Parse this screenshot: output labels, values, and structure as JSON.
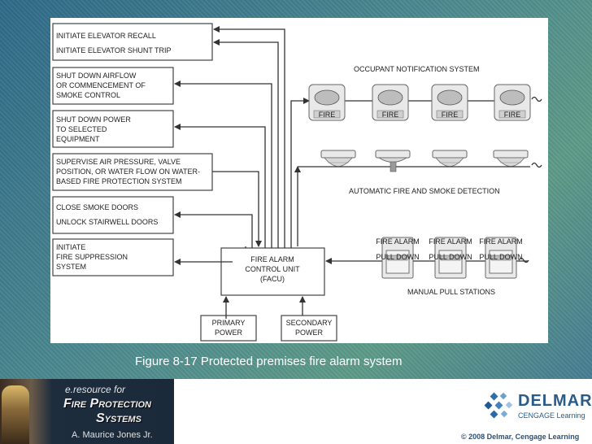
{
  "left_boxes": [
    {
      "lines": [
        "INITIATE ELEVATOR RECALL",
        "INITIATE ELEVATOR SHUNT TRIP"
      ]
    },
    {
      "lines": [
        "SHUT DOWN AIRFLOW",
        "OR COMMENCEMENT OF",
        "SMOKE CONTROL"
      ]
    },
    {
      "lines": [
        "SHUT DOWN POWER",
        "TO SELECTED",
        "EQUIPMENT"
      ]
    },
    {
      "lines": [
        "SUPERVISE AIR PRESSURE, VALVE",
        "POSITION, OR WATER FLOW ON WATER-",
        "BASED FIRE PROTECTION SYSTEM"
      ]
    },
    {
      "lines": [
        "CLOSE SMOKE DOORS",
        "UNLOCK STAIRWELL DOORS"
      ]
    },
    {
      "lines": [
        "INITIATE",
        "FIRE SUPPRESSION",
        "SYSTEM"
      ]
    }
  ],
  "facu": {
    "lines": [
      "FIRE ALARM",
      "CONTROL UNIT",
      "(FACU)"
    ]
  },
  "primary_power": {
    "lines": [
      "PRIMARY",
      "POWER"
    ]
  },
  "secondary_power": {
    "lines": [
      "SECONDARY",
      "POWER"
    ]
  },
  "labels": {
    "notification": "OCCUPANT NOTIFICATION SYSTEM",
    "detection": "AUTOMATIC FIRE AND SMOKE DETECTION",
    "pull": "MANUAL PULL STATIONS"
  },
  "device_text": {
    "horn": "FIRE",
    "pull_top": "FIRE ALARM",
    "pull_bar": "PULL DOWN"
  },
  "caption": "Figure 8-17 Protected premises fire alarm system",
  "footer": {
    "book_eresource": "e.resource for",
    "book_title_1": "Fire Protection",
    "book_title_2": "Systems",
    "book_author": "A. Maurice Jones Jr.",
    "publisher": "DELMAR",
    "publisher_sub": "CENGAGE Learning",
    "copyright": "© 2008 Delmar, Cengage Learning"
  }
}
